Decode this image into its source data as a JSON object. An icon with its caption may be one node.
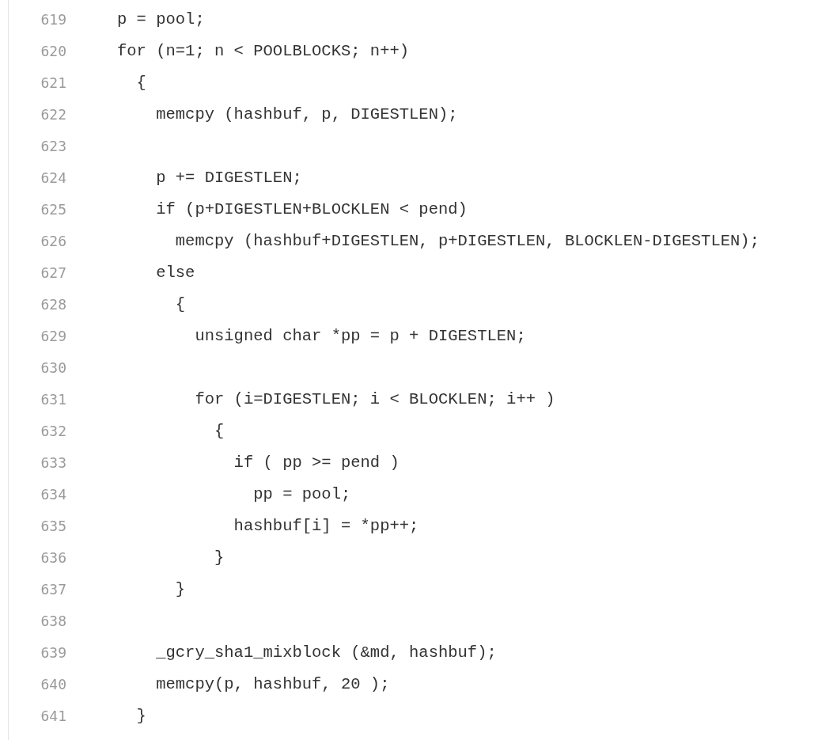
{
  "diagram": {
    "labels": [
      "619",
      "p = pool;",
      "620",
      "for (n=1; n < POOLBLOCKS; n++)",
      "621",
      "  {",
      "622",
      "    memcpy (hashbuf, p, DIGESTLEN);",
      "623",
      "624",
      "    p += DIGESTLEN;",
      "625",
      "    if (p+DIGESTLEN+BLOCKLEN < pend)",
      "626",
      "      memcpy (hashbuf+DIGESTLEN, p+DIGESTLEN, BLOCKLEN-DIGESTLEN);",
      "627",
      "    else",
      "628",
      "      {",
      "629",
      "        unsigned char *pp = p + DIGESTLEN;",
      "630",
      "631",
      "        for (i=DIGESTLEN; i < BLOCKLEN; i++ )",
      "632",
      "          {",
      "633",
      "            if ( pp >= pend )",
      "634",
      "              pp = pool;",
      "635",
      "            hashbuf[i] = *pp++;",
      "636",
      "          }",
      "637",
      "      }",
      "638",
      "639",
      "    _gcry_sha1_mixblock (&md, hashbuf);",
      "640",
      "    memcpy(p, hashbuf, 20 );",
      "641",
      "  }"
    ]
  }
}
